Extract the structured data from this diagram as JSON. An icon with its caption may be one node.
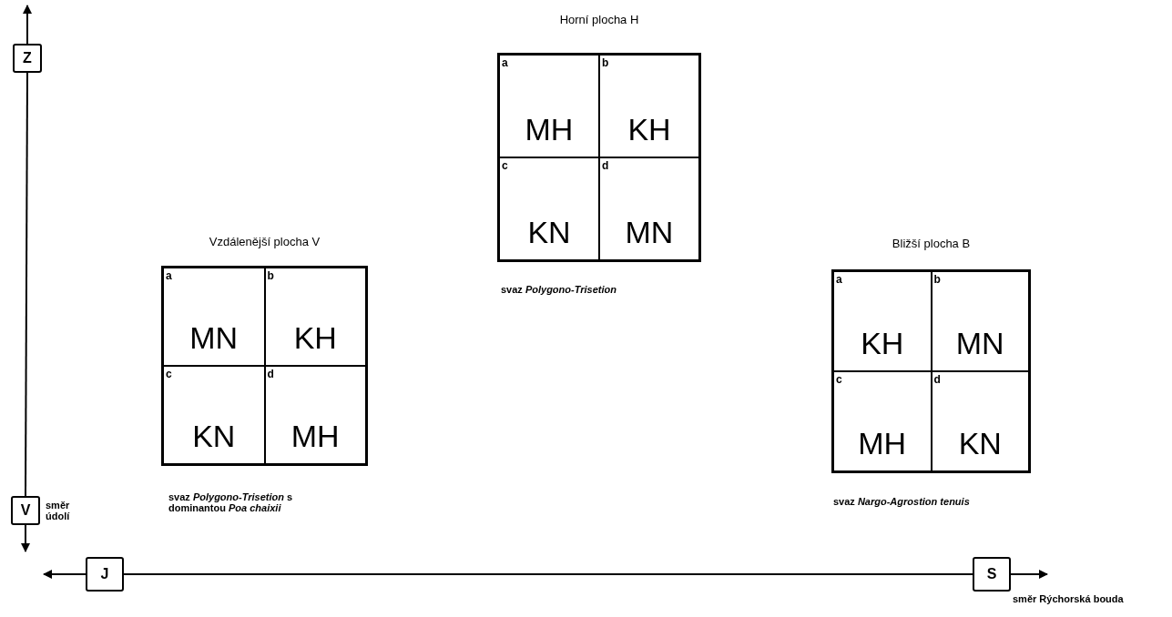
{
  "diagram": {
    "nodes": [
      {
        "text": [
          "Z"
        ]
      },
      {
        "text": [
          "Horní plocha H"
        ],
        "beside": [
          "svaz *Polygono-Trisetion*"
        ]
      },
      {
        "text": [
          "a",
          "MH"
        ],
        "in": 1
      },
      {
        "text": [
          "b",
          "KH"
        ],
        "in": 1
      },
      {
        "text": [
          "c",
          "KN"
        ],
        "in": 1
      },
      {
        "text": [
          "d",
          "MN"
        ],
        "in": 1
      },
      {
        "text": [
          "Vzdálenější plocha V"
        ],
        "beside": [
          "svaz *Polygono-Trisetion* s dominantou *Poa chaixii*"
        ]
      },
      {
        "text": [
          "a",
          "MN"
        ],
        "in": 6
      },
      {
        "text": [
          "b",
          "KH"
        ],
        "in": 6
      },
      {
        "text": [
          "c",
          "KN"
        ],
        "in": 6
      },
      {
        "text": [
          "d",
          "MH"
        ],
        "in": 6
      },
      {
        "text": [
          "Bližší plocha B"
        ],
        "beside": [
          "svaz *Nargo-Agrostion tenuis*"
        ]
      },
      {
        "text": [
          "a",
          "KH"
        ],
        "in": 11
      },
      {
        "text": [
          "b",
          "MN"
        ],
        "in": 11
      },
      {
        "text": [
          "c",
          "MH"
        ],
        "in": 11
      },
      {
        "text": [
          "d",
          "KN"
        ],
        "in": 11
      },
      {
        "text": [
          "V"
        ],
        "beside": [
          "směr údolí"
        ]
      },
      {
        "text": [
          "J"
        ]
      },
      {
        "text": [
          "S"
        ],
        "beside": [
          "směr Rýchorská bouda"
        ]
      }
    ],
    "edges": [
      {
        "from": 0,
        "to": null,
        "arrow": "to"
      },
      {
        "from": 0,
        "to": 16,
        "arrow": "none"
      },
      {
        "from": 16,
        "to": null,
        "arrow": "to"
      },
      {
        "from": 17,
        "to": null,
        "arrow": "to"
      },
      {
        "from": 17,
        "to": 18,
        "arrow": "none"
      },
      {
        "from": 18,
        "to": null,
        "arrow": "to"
      }
    ]
  }
}
